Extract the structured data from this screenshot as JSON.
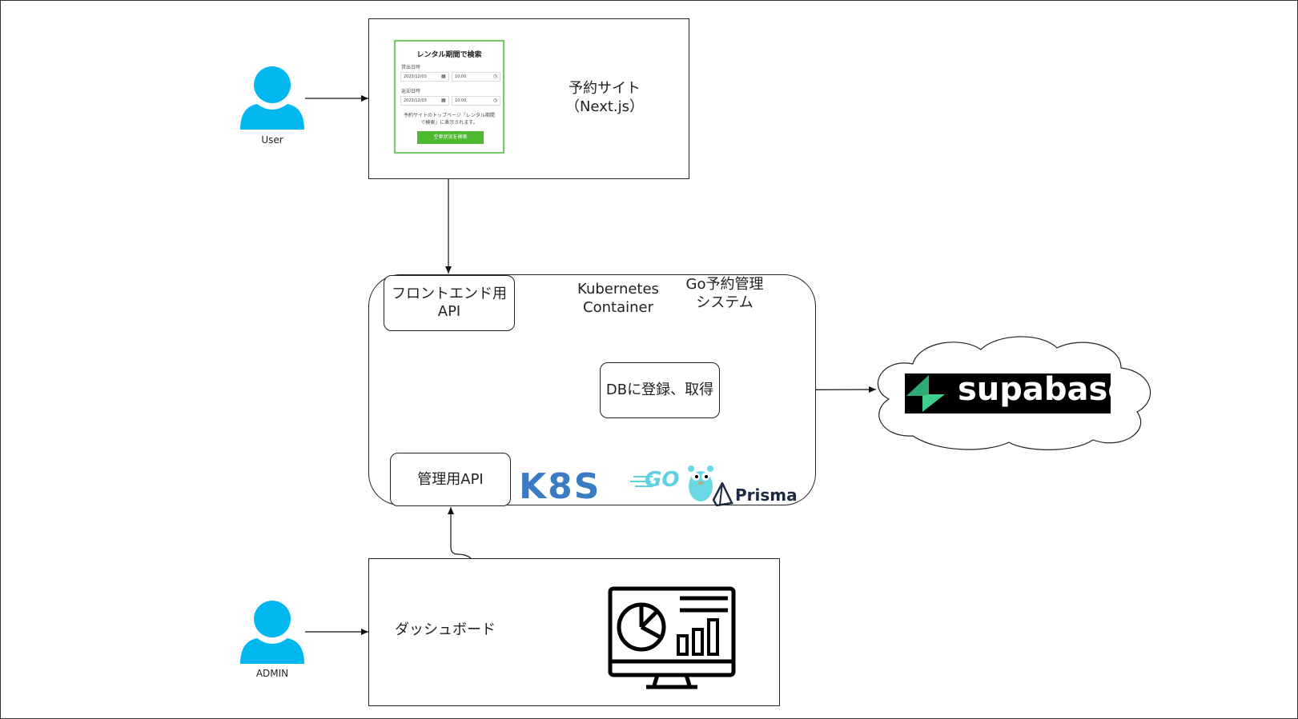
{
  "actors": {
    "user": {
      "label": "User"
    },
    "admin": {
      "label": "ADMIN"
    }
  },
  "site": {
    "title_line1": "予約サイト",
    "title_line2": "（Next.js）",
    "form": {
      "title": "レンタル期間で検索",
      "start_label": "貸出日時",
      "start_date": "2023/12/03",
      "start_time": "10:00",
      "end_label": "返却日時",
      "end_date": "2023/12/03",
      "end_time": "10:00",
      "note": "予約サイトのトップページ「レンタル期間で検索」に表示されます。",
      "button": "空車状況を検索",
      "accent_color": "#4cba2f"
    }
  },
  "cluster": {
    "label_line1": "Kubernetes",
    "label_line2": "Container",
    "system_line1": "Go予約管理",
    "system_line2": "システム",
    "frontend_api_line1": "フロントエンド用",
    "frontend_api_line2": "API",
    "db_box": "DBに登録、取得",
    "admin_api": "管理用API",
    "logos": {
      "k8s": "K8S",
      "go": "GO",
      "prisma": "Prisma"
    }
  },
  "database": {
    "name": "supabase",
    "brand_color": "#3ecf8e"
  },
  "dashboard": {
    "label": "ダッシュボード",
    "icon": "dashboard-monitor-icon"
  }
}
